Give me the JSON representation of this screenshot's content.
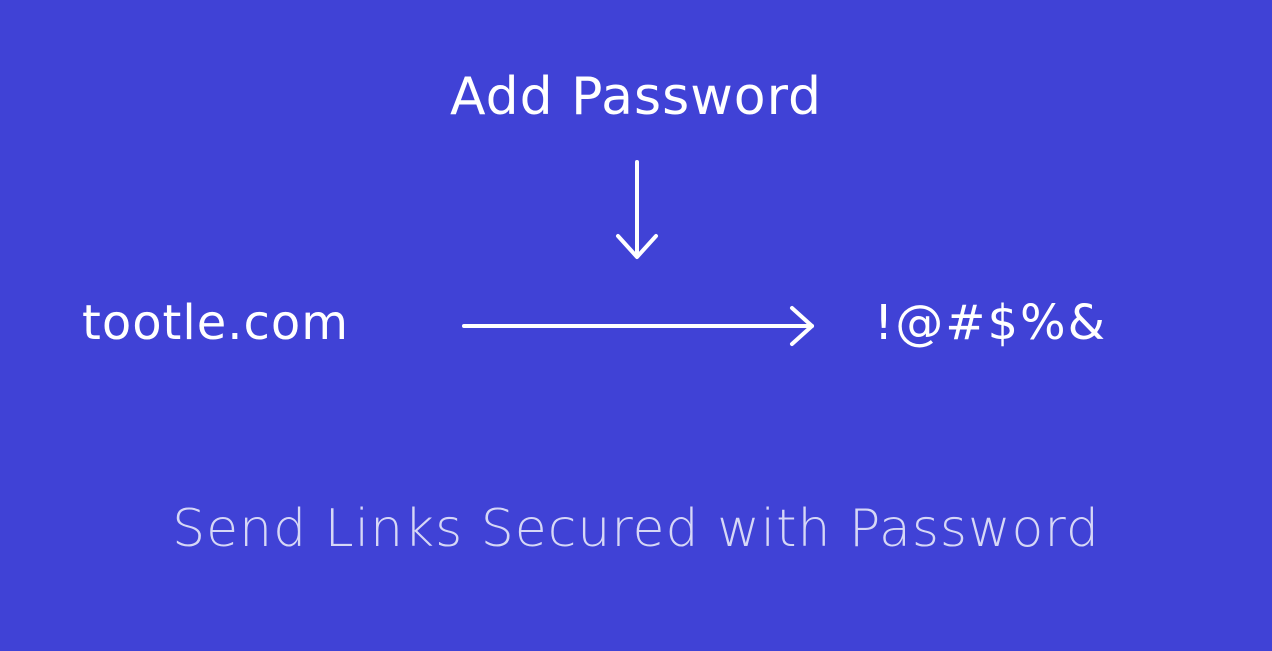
{
  "colors": {
    "background": "#4042d6",
    "text": "#ffffff",
    "tagline": "#d6d7f6"
  },
  "title": "Add Password",
  "url": "tootle.com",
  "password": "!@#$%&",
  "tagline": "Send Links Secured with Password",
  "icons": {
    "down": "arrow-down-icon",
    "right": "arrow-right-icon"
  }
}
